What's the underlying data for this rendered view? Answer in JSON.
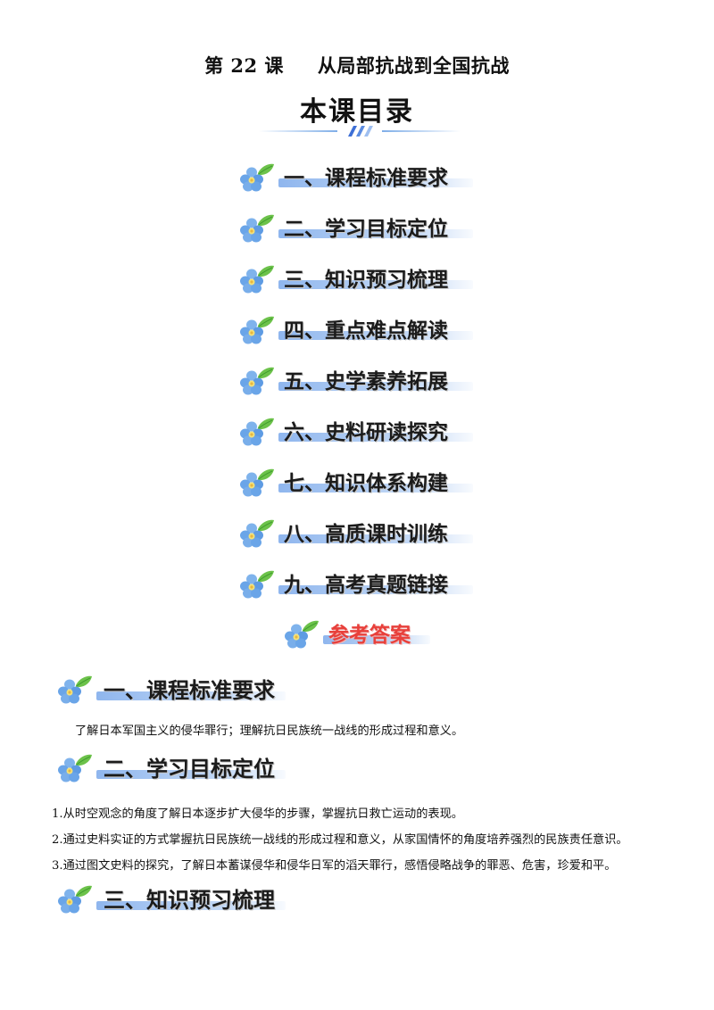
{
  "lesson": {
    "number": "第 22 课",
    "title": "从局部抗战到全国抗战"
  },
  "toc": {
    "heading": "本课目录",
    "items": [
      {
        "label": "一、课程标准要求"
      },
      {
        "label": "二、学习目标定位"
      },
      {
        "label": "三、知识预习梳理"
      },
      {
        "label": "四、重点难点解读"
      },
      {
        "label": "五、史学素养拓展"
      },
      {
        "label": "六、史料研读探究"
      },
      {
        "label": "七、知识体系构建"
      },
      {
        "label": "八、高质课时训练"
      },
      {
        "label": "九、高考真题链接"
      }
    ],
    "answers": "参考答案"
  },
  "sections": [
    {
      "heading": "一、课程标准要求",
      "paragraphs": [
        "了解日本军国主义的侵华罪行；理解抗日民族统一战线的形成过程和意义。"
      ]
    },
    {
      "heading": "二、学习目标定位",
      "paragraphs": [
        "1.从时空观念的角度了解日本逐步扩大侵华的步骤，掌握抗日救亡运动的表现。",
        "2.通过史料实证的方式掌握抗日民族统一战线的形成过程和意义，从家国情怀的角度培养强烈的民族责任意识。",
        "3.通过图文史料的探究，了解日本蓄谋侵华和侵华日军的滔天罪行，感悟侵略战争的罪恶、危害，珍爱和平。"
      ]
    },
    {
      "heading": "三、知识预习梳理",
      "paragraphs": []
    }
  ],
  "colors": {
    "highlight": "#8fb6ee",
    "answers_red": "#e8403b",
    "flower_blue": "#6aa5e8",
    "leaf_green": "#6cc24a"
  },
  "icons": {
    "bullet": "flower-leaf-icon",
    "divider": "slash-divider-icon"
  }
}
